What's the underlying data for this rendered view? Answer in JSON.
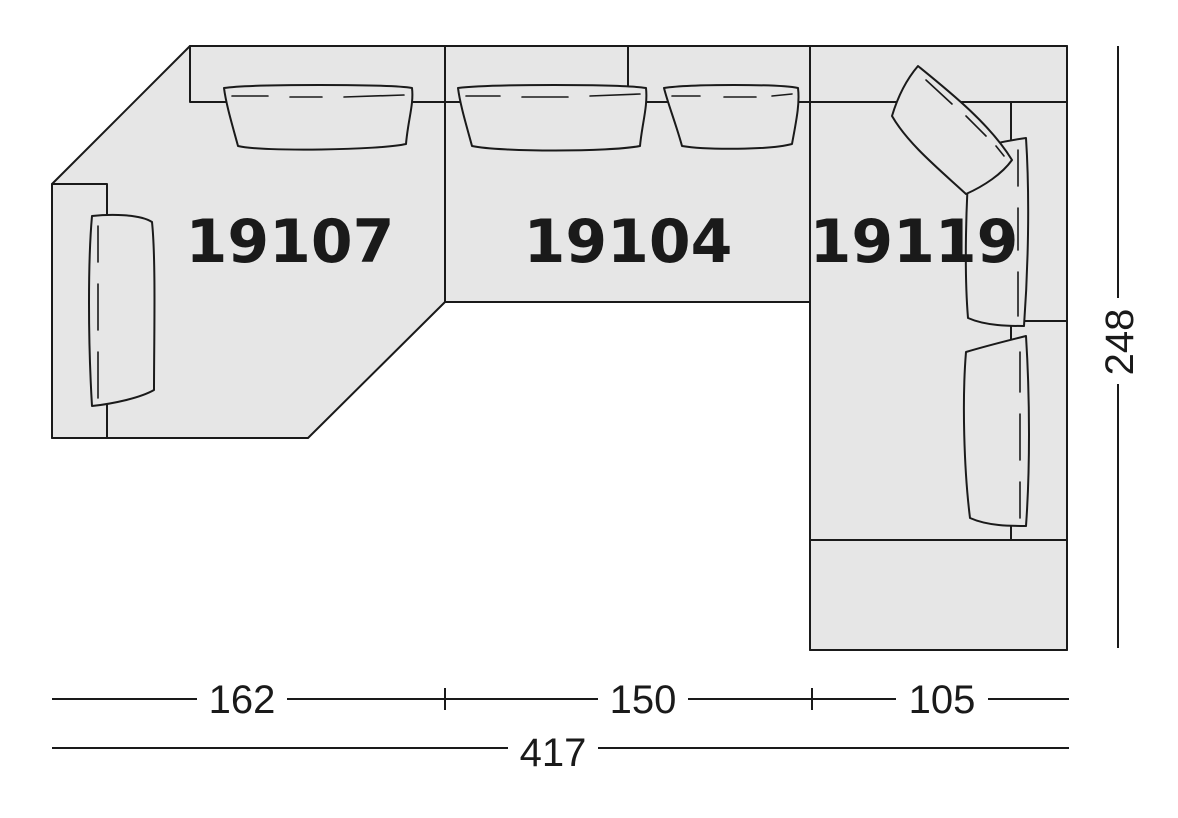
{
  "modules": [
    {
      "code": "19107",
      "width": "162"
    },
    {
      "code": "19104",
      "width": "150"
    },
    {
      "code": "19119",
      "width": "105"
    }
  ],
  "dimensions": {
    "total_width": "417",
    "depth": "248"
  },
  "colors": {
    "fill": "#e6e6e6",
    "line": "#1a1a1a"
  }
}
